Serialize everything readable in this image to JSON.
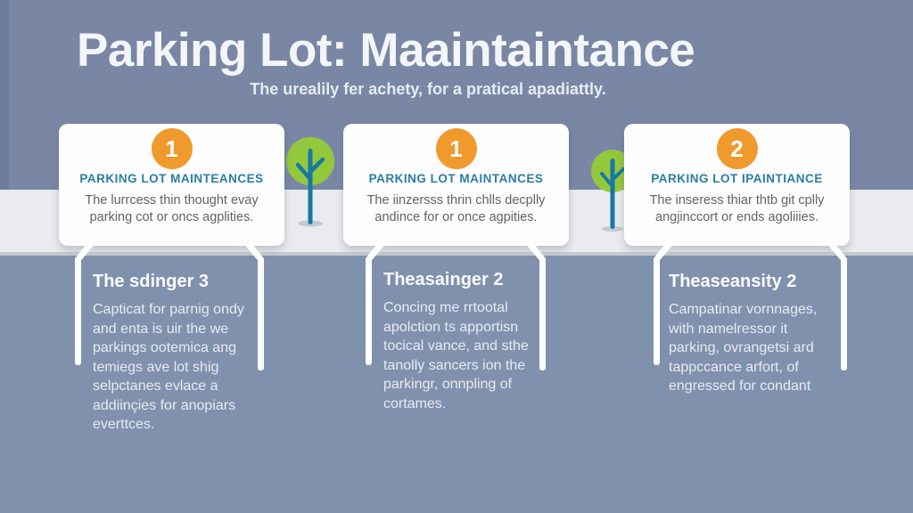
{
  "header": {
    "title": "Parking Lot: Maaintaintance",
    "subtitle": "The urealily fer achety, for a pratical apadiattly."
  },
  "cards": [
    {
      "number": "1",
      "heading": "PARKING LOT MAINTEANCES",
      "body": "The lurrcess thin thought evay\nparking cot or oncs agplities."
    },
    {
      "number": "1",
      "heading": "PARKING LOT MAINTANCES",
      "body": "The iinzersss thrin chlls decplly\nandince for or once agpities."
    },
    {
      "number": "2",
      "heading": "PARKING LOT IPAINTIANCE",
      "body": "The inseress thiar thtb git cplly\nangjinccort or ends agoliiies."
    }
  ],
  "notes": [
    {
      "heading": "The sdinger 3",
      "body": "Capticat for parnig ondy\nand enta is uir the we\nparkings ootemica ang\ntemiegs ave lot shig\nselpctanes evlace a\naddiinçies for anopiars\neverttces."
    },
    {
      "heading": "Theasainger 2",
      "body": "Concing me rrtootal\napolction ts apportisn\ntocical vance, and sthe\ntanolly sancers ion the\nparkingr, onnpling of\ncortames."
    },
    {
      "heading": "Theaseansity 2",
      "body": "Campatinar vornnages,\nwith namelressor it\nparking, ovrangetsi ard\ntappccance arfort, of\nengressed for condant"
    }
  ],
  "icons": [
    {
      "name": "tree-icon",
      "count": 2
    }
  ],
  "colors": {
    "background_top": "#7987A5",
    "background_bottom": "#8091AD",
    "road_band": "#E9EBEE",
    "road_band_edge": "#C7CBD1",
    "card_background": "#FDFDFE",
    "step_badge_orange": "#F09A2E",
    "card_heading_teal": "#2A7DA6",
    "card_body_gray": "#5F6468",
    "title_white": "#F3F5F8",
    "tree_canopy_green": "#93C83D",
    "tree_trunk_teal": "#1878A0",
    "callout_white": "#FFFFFF"
  }
}
